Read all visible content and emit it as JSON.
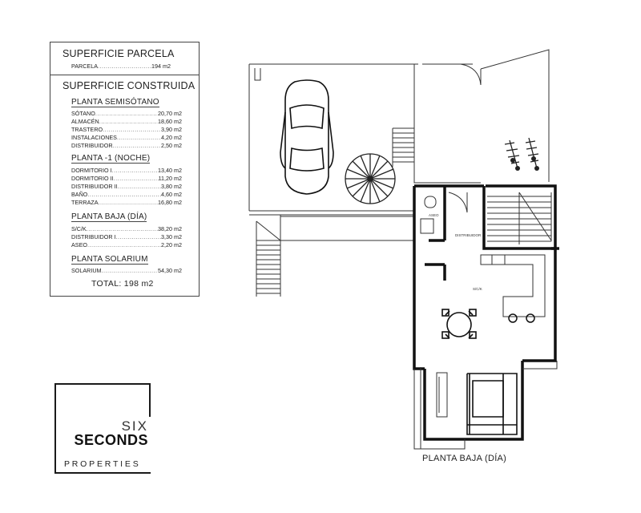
{
  "parcel": {
    "title": "SUPERFICIE PARCELA",
    "rows": [
      {
        "label": "PARCELA",
        "value": "194 m2"
      }
    ]
  },
  "built": {
    "title": "SUPERFICIE CONSTRUIDA",
    "sections": [
      {
        "name": "PLANTA SEMISÓTANO",
        "rows": [
          {
            "label": "SÓTANO",
            "value": "20,70 m2"
          },
          {
            "label": "ALMACÉN",
            "value": "18,60 m2"
          },
          {
            "label": "TRASTERO",
            "value": "3,90 m2"
          },
          {
            "label": "INSTALACIONES",
            "value": "4,20 m2"
          },
          {
            "label": "DISTRIBUIDOR",
            "value": "2,50 m2"
          }
        ]
      },
      {
        "name": "PLANTA -1 (NOCHE)",
        "rows": [
          {
            "label": "DORMITORIO I",
            "value": "13,40 m2"
          },
          {
            "label": "DORMITORIO II",
            "value": "11,20 m2"
          },
          {
            "label": "DISTRIBUIDOR II",
            "value": "3,80 m2"
          },
          {
            "label": "BAÑO",
            "value": "4,60 m2"
          },
          {
            "label": "TERRAZA",
            "value": "16,80 m2"
          }
        ]
      },
      {
        "name": "PLANTA BAJA (DÍA)",
        "rows": [
          {
            "label": "S/C/K",
            "value": "38,20 m2"
          },
          {
            "label": "DISTRIBUIDOR I",
            "value": "3,30 m2"
          },
          {
            "label": "ASEO",
            "value": "2,20 m2"
          }
        ]
      },
      {
        "name": "PLANTA SOLARIUM",
        "rows": [
          {
            "label": "SOLARIUM",
            "value": "54,30 m2"
          }
        ]
      }
    ],
    "total": "TOTAL: 198 m2"
  },
  "logo": {
    "line1": "SIX",
    "line2": "SECONDS",
    "line3": "PROPERTIES"
  },
  "plan": {
    "caption": "PLANTA BAJA (DÍA)",
    "room_labels": {
      "aseo": "ASEO",
      "distribuidor": "DISTRIBUIDOR",
      "salon": "S/C/K"
    }
  }
}
